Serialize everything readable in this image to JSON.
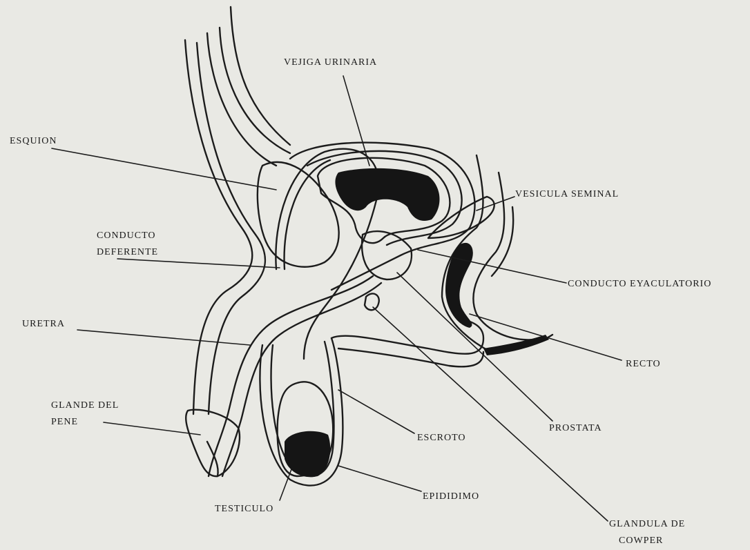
{
  "labels": {
    "vejiga": "VEJIGA URINARIA",
    "esquion": "ESQUION",
    "vesicula": "VESICULA SEMINAL",
    "conducto_def_1": "CONDUCTO",
    "conducto_def_2": "DEFERENTE",
    "conducto_eyac": "CONDUCTO EYACULATORIO",
    "uretra": "URETRA",
    "recto": "RECTO",
    "glande_1": "GLANDE DEL",
    "glande_2": "PENE",
    "prostata": "PROSTATA",
    "escroto": "ESCROTO",
    "epididimo": "EPIDIDIMO",
    "testiculo": "TESTICULO",
    "cowper_1": "GLANDULA DE",
    "cowper_2": "COWPER"
  }
}
